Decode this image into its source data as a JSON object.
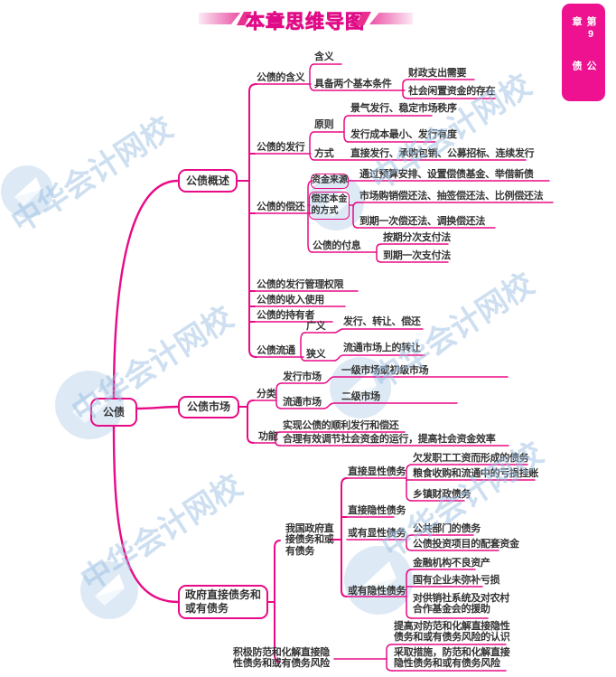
{
  "header": {
    "title": "本章思维导图"
  },
  "side_tab": {
    "chapter": "第9章",
    "subject": "公债"
  },
  "watermark": {
    "text": "中华会计网校",
    "color": "#9dc0e2"
  },
  "colors": {
    "accent": "#e80a86",
    "tab_bg": "#ee1190",
    "text": "#333333"
  },
  "mindmap": {
    "root": "公债",
    "overview": {
      "label": "公债概述",
      "meaning": {
        "label": "公债的含义",
        "def": "含义",
        "conditions": {
          "label": "具备两个基本条件",
          "items": [
            "财政支出需要",
            "社会闲置资金的存在"
          ]
        }
      },
      "issuance": {
        "label": "公债的发行",
        "principles": {
          "label": "原则",
          "items": [
            "景气发行、稳定市场秩序",
            "发行成本最小、发行有度"
          ]
        },
        "methods": {
          "label": "方式",
          "items": [
            "直接发行、承购包销、公募招标、连续发行"
          ]
        }
      },
      "repayment": {
        "label": "公债的偿还",
        "fund_source": {
          "label": "资金来源",
          "items": [
            "通过预算安排、设置偿债基金、举借新债"
          ]
        },
        "principal_methods": {
          "label": "偿还本金\n的方式",
          "items": [
            "市场购销偿还法、抽签偿还法、比例偿还法",
            "到期一次偿还法、调换偿还法"
          ]
        },
        "interest": {
          "label": "公债的付息",
          "items": [
            "按期分次支付法",
            "到期一次支付法"
          ]
        }
      },
      "authority": "公债的发行管理权限",
      "revenue_use": "公债的收入使用",
      "holders": "公债的持有者",
      "circulation": {
        "label": "公债流通",
        "broad": {
          "label": "广义",
          "item": "发行、转让、偿还"
        },
        "narrow": {
          "label": "狭义",
          "item": "流通市场上的转让"
        }
      }
    },
    "market": {
      "label": "公债市场",
      "classification": {
        "label": "分类",
        "issue_market": {
          "label": "发行市场",
          "item": "一级市场或初级市场"
        },
        "circulation_market": {
          "label": "流通市场",
          "item": "二级市场"
        }
      },
      "functions": {
        "label": "功能",
        "items": [
          "实现公债的顺利发行和偿还",
          "合理有效调节社会资金的运行，提高社会资金效率"
        ]
      }
    },
    "gov_debt": {
      "label": "政府直接债务和\n或有债务",
      "china": {
        "label": "我国政府直\n接债务和或\n有债务",
        "direct_explicit": {
          "label": "直接显性债务",
          "items": [
            "欠发职工工资而形成的债务",
            "粮食收购和流通中的亏损挂账",
            "乡镇财政债务"
          ]
        },
        "direct_implicit": {
          "label": "直接隐性债务"
        },
        "contingent_explicit": {
          "label": "或有显性债务",
          "items": [
            "公共部门的债务",
            "公债投资项目的配套资金"
          ]
        },
        "contingent_implicit": {
          "label": "或有隐性债务",
          "items": [
            "金融机构不良资产",
            "国有企业未弥补亏损",
            "对供销社系统及对农村\n合作基金会的援助"
          ]
        }
      },
      "prevention": {
        "label": "积极防范和化解直接隐\n性债务和或有债务风险",
        "items": [
          "提高对防范和化解直接隐性\n债务和或有债务风险的认识",
          "采取措施，防范和化解直接\n隐性债务和或有债务风险"
        ]
      }
    }
  }
}
